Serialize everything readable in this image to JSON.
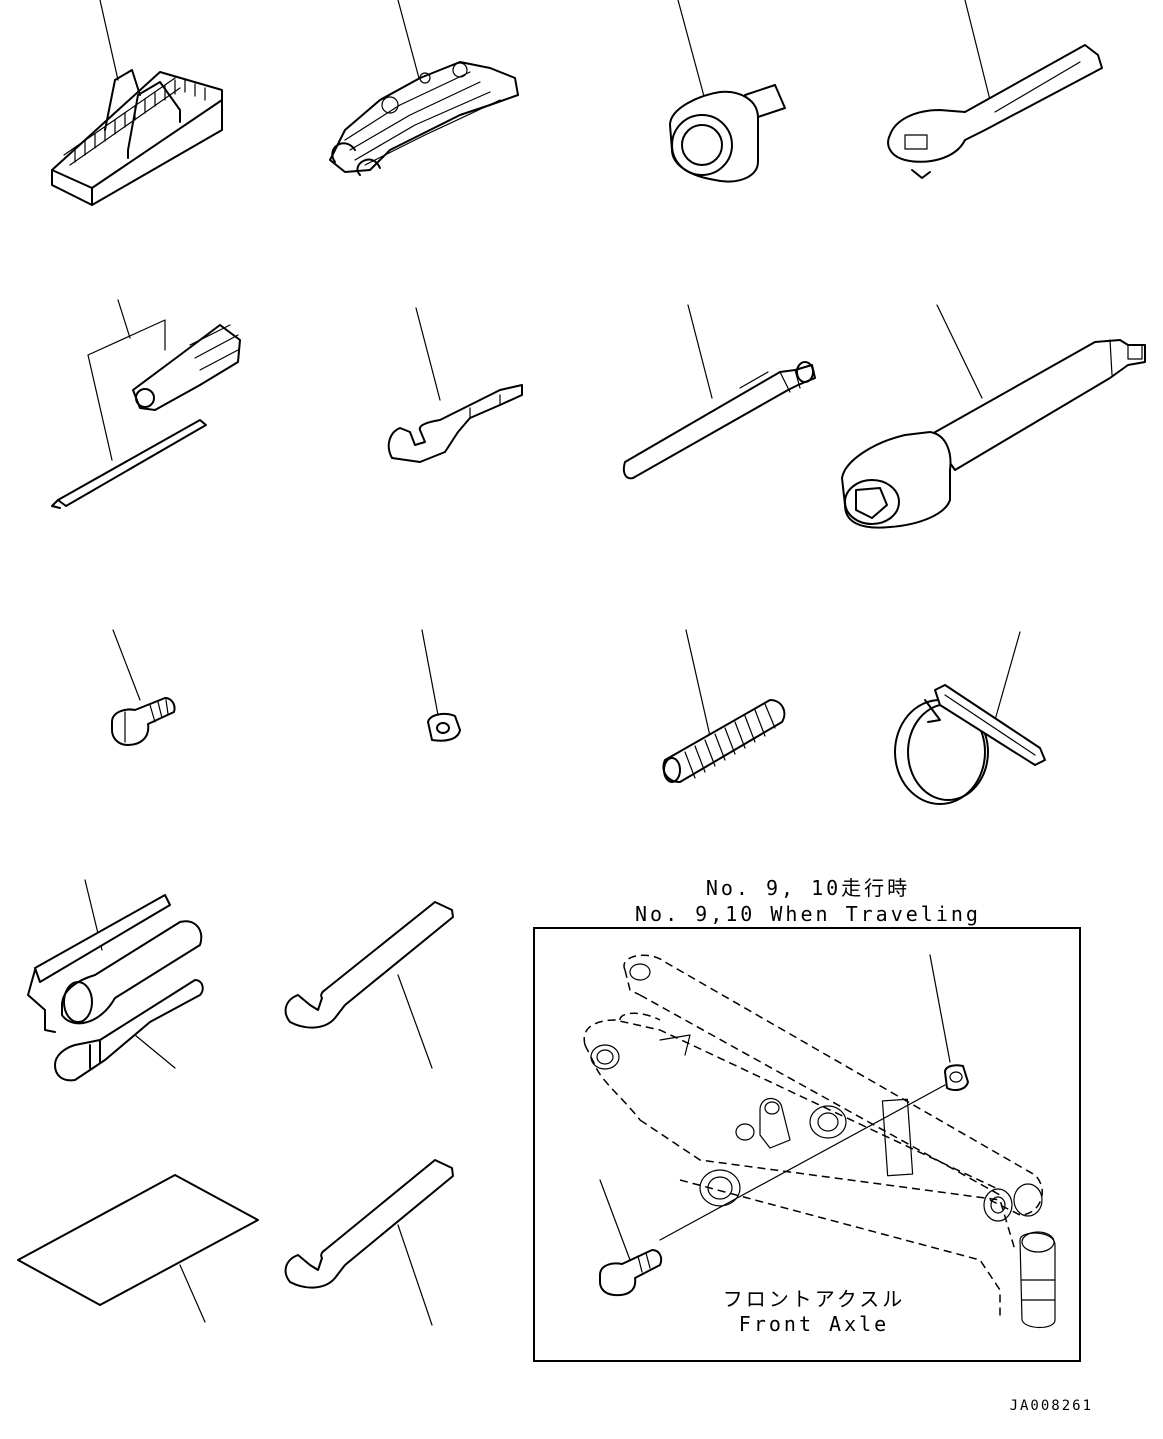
{
  "captions": {
    "travel_jp": "No. 9, 10走行時",
    "travel_en": "No. 9,10 When Traveling",
    "axle_jp": "フロントアクスル",
    "axle_en": "Front Axle"
  },
  "drawing_code": "JA008261"
}
